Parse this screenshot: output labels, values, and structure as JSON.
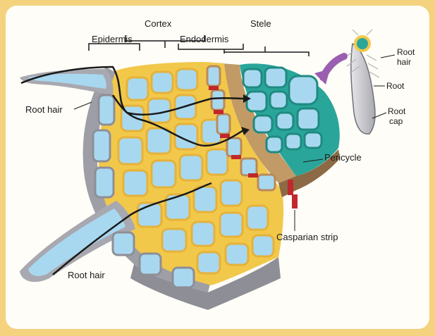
{
  "labels": {
    "cortex": "Cortex",
    "epidermis": "Epidermis",
    "endodermis": "Endodermis",
    "stele": "Stele",
    "root_hair_top": "Root hair",
    "root_hair_bottom": "Root hair",
    "pericycle": "Pericycle",
    "casparian_strip": "Casparian strip",
    "inset_root_hair_1": "Root",
    "inset_root_hair_2": "hair",
    "inset_root": "Root",
    "inset_root_cap_1": "Root",
    "inset_root_cap_2": "cap"
  },
  "colors": {
    "epidermis": "#b8b8bc",
    "cortex": "#f2c84b",
    "endodermis": "#b98a5a",
    "stele": "#2aa59a",
    "cell_interior": "#a8d8f0",
    "casparian": "#c0282c",
    "arrow": "#9a5fb0"
  }
}
